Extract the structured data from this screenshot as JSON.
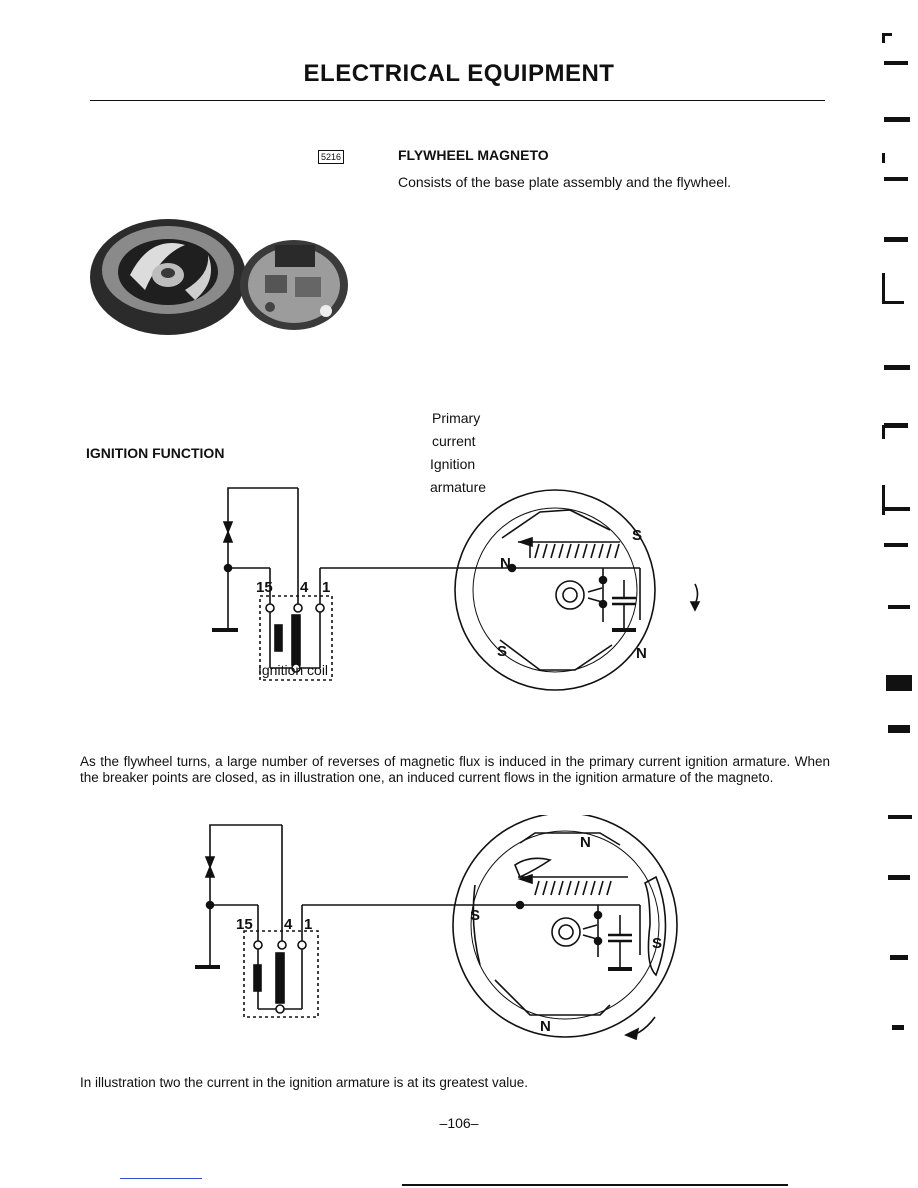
{
  "header": {
    "title": "ELECTRICAL EQUIPMENT"
  },
  "figure_ref": "5216",
  "section_flywheel": {
    "title": "FLYWHEEL MAGNETO",
    "body": "Consists of the base plate assembly and the flywheel."
  },
  "section_ignition": {
    "title": "IGNITION FUNCTION"
  },
  "diagram1": {
    "primary_label": [
      "Primary",
      "current",
      "Ignition",
      "armature"
    ],
    "coil_terminals": [
      "15",
      "4",
      "1"
    ],
    "pole_labels": [
      "N",
      "S",
      "S",
      "N"
    ],
    "coil_label": "Ignition coil"
  },
  "paragraph1": "As the flywheel turns, a large number of reverses of magnetic flux is induced in the primary current ignition armature. When the breaker points are closed, as in illustration one, an induced current flows in the ignition armature of the magneto.",
  "diagram2": {
    "coil_terminals": [
      "15",
      "4",
      "1"
    ],
    "pole_labels": [
      "N",
      "S",
      "S",
      "N"
    ]
  },
  "paragraph2": "In illustration two the current in the ignition armature is at its greatest value.",
  "footer": {
    "page_number": "–106–"
  },
  "colors": {
    "ink": "#111111",
    "footer_link": "#3b4fc9"
  }
}
